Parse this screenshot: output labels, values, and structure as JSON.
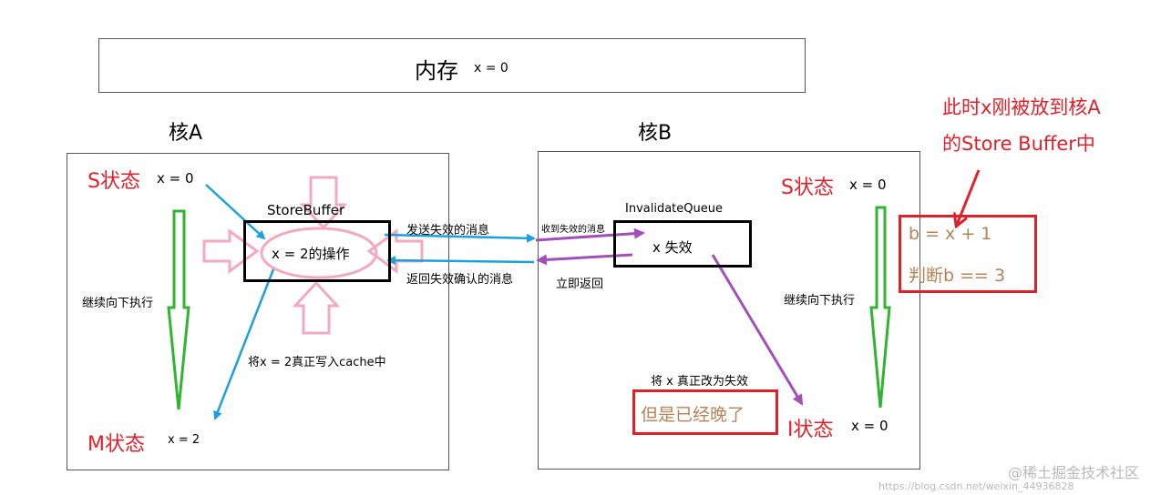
{
  "memory": {
    "label": "内存",
    "value": "x = 0"
  },
  "core_a": {
    "title": "核A",
    "initial_state": {
      "label": "S状态",
      "value": "x = 0"
    },
    "final_state": {
      "label": "M状态",
      "value": "x = 2"
    },
    "continue_label": "继续向下执行",
    "store_buffer": {
      "title": "StoreBuffer",
      "content": "x = 2的操作"
    },
    "write_cache_label": "将x = 2真正写入cache中"
  },
  "core_b": {
    "title": "核B",
    "initial_state": {
      "label": "S状态",
      "value": "x = 0"
    },
    "final_state": {
      "label": "I状态",
      "value": "x = 0"
    },
    "continue_label": "继续向下执行",
    "invalidate_queue": {
      "title": "InvalidateQueue",
      "content": "x 失效"
    },
    "received_label": "收到失效的消息",
    "immediate_return_label": "立即返回",
    "real_invalidate_label": "将 x 真正改为失效",
    "too_late_label": "但是已经晚了"
  },
  "messages": {
    "send_invalidate": "发送失效的消息",
    "return_ack": "返回失效确认的消息"
  },
  "right_note": {
    "line1": "此时x刚被放到核A",
    "line2": "的Store Buffer中",
    "code_line1": "b = x + 1",
    "code_line2": "判断b == 3"
  },
  "watermark": {
    "brand": "@稀土掘金技术社区",
    "url": "https://blog.csdn.net/weixin_44936828"
  },
  "colors": {
    "red": "#e0202a",
    "blue": "#1ea0dc",
    "purple": "#a24fb8",
    "green": "#2fb52f",
    "pink": "#f3a9c2",
    "brown": "#b5835a"
  }
}
